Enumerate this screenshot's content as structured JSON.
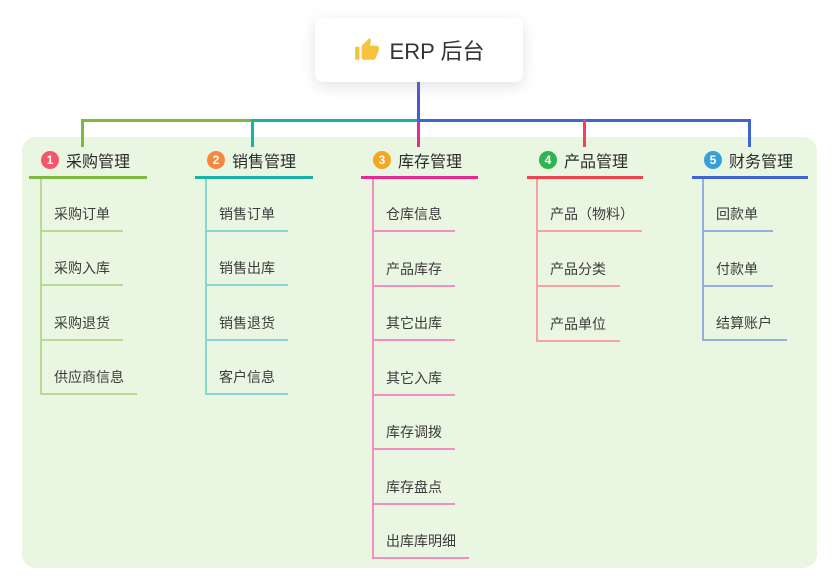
{
  "root": {
    "label": "ERP 后台",
    "icon": "thumbs-up-icon",
    "icon_color": "#f7c33c"
  },
  "branches": [
    {
      "badge": "1",
      "label": "采购管理",
      "badge_color": "#f5566c",
      "line_color": "#7cb93e",
      "child_line_color": "#b6da90",
      "children": [
        "采购订单",
        "采购入库",
        "采购退货",
        "供应商信息"
      ]
    },
    {
      "badge": "2",
      "label": "销售管理",
      "badge_color": "#f6873d",
      "line_color": "#16b3a7",
      "child_line_color": "#84d8cf",
      "children": [
        "销售订单",
        "销售出库",
        "销售退货",
        "客户信息"
      ]
    },
    {
      "badge": "3",
      "label": "库存管理",
      "badge_color": "#f5a623",
      "line_color": "#e82990",
      "child_line_color": "#f08fc0",
      "children": [
        "仓库信息",
        "产品库存",
        "其它出库",
        "其它入库",
        "库存调拨",
        "库存盘点",
        "出库库明细"
      ]
    },
    {
      "badge": "4",
      "label": "产品管理",
      "badge_color": "#2eb44e",
      "line_color": "#f2434e",
      "child_line_color": "#f7a1a3",
      "children": [
        "产品（物料）",
        "产品分类",
        "产品单位"
      ]
    },
    {
      "badge": "5",
      "label": "财务管理",
      "badge_color": "#379fd9",
      "line_color": "#4064d1",
      "child_line_color": "#96ade0",
      "children": [
        "回款单",
        "付款单",
        "结算账户"
      ]
    }
  ],
  "canvas": {
    "background": "#ffffff",
    "panel_background": "#e9f6e2",
    "root_connector_color": "#4b57ce"
  }
}
